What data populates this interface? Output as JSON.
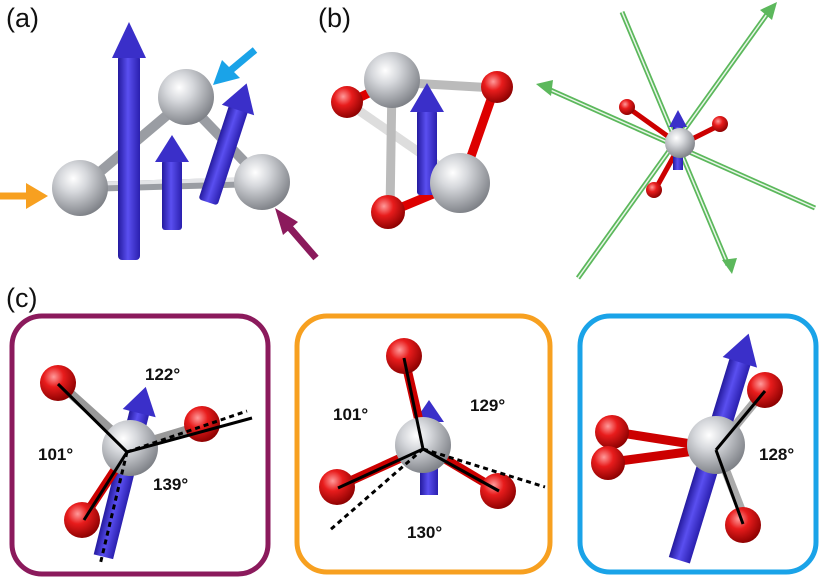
{
  "panels": {
    "a": {
      "label": "(a)"
    },
    "b": {
      "label": "(b)"
    },
    "c": {
      "label": "(c)"
    }
  },
  "boxes": {
    "purple": {
      "color": "#8b1a5c",
      "angles": [
        "122°",
        "101°",
        "139°"
      ]
    },
    "orange": {
      "color": "#f7a020",
      "angles": [
        "101°",
        "129°",
        "130°"
      ]
    },
    "blue": {
      "color": "#1aa3e8",
      "angles": [
        "128°"
      ]
    }
  },
  "colors": {
    "atom_metal": "#b0b3b8",
    "atom_oxygen": "#e01010",
    "spin_arrow": "#3a2fc9",
    "axis_arrow": "#5cb85c",
    "pointer_orange": "#f7a020",
    "pointer_blue": "#1aa3e8",
    "pointer_purple": "#8b1a5c"
  }
}
